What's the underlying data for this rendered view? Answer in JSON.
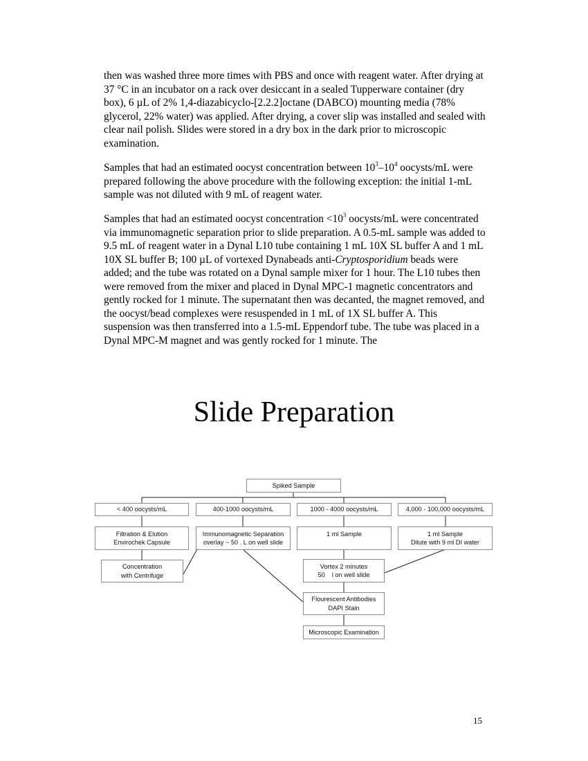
{
  "paragraph1": "then was washed three more times with PBS and once with reagent water.  After drying at 37 °C in an incubator on a rack over desiccant in a sealed Tupperware container (dry box), 6 µL of 2% 1,4-diazabicyclo-[2.2.2]octane (DABCO) mounting media (78% glycerol, 22% water) was applied.  After drying, a cover slip was installed and sealed with clear nail polish.  Slides were stored in a dry box in the dark prior to microscopic examination.",
  "paragraph2": {
    "a": "Samples that had an estimated oocyst concentration between 10",
    "sup1": "3",
    "b": "–10",
    "sup2": "4",
    "c": " oocysts/mL were prepared following the above procedure with the following exception:  the initial 1-mL sample was not diluted with 9 mL of reagent water."
  },
  "paragraph3": {
    "a": "Samples that had an estimated oocyst concentration <10",
    "sup": "3",
    "b": " oocysts/mL were concentrated via immunomagnetic separation prior to slide preparation.  A 0.5-mL sample was added to 9.5 mL of reagent water in a Dynal L10 tube containing 1 mL 10X SL buffer A and 1 mL 10X SL buffer B; 100 µL of vortexed Dynabeads anti-",
    "italic": "Cryptosporidium",
    "c": " beads were added; and the tube was rotated on a Dynal sample mixer for 1 hour.  The L10 tubes then were removed from the mixer and placed in Dynal MPC-1 magnetic concentrators and gently rocked for 1 minute.  The supernatant then was decanted, the magnet removed, and the oocyst/bead complexes were resuspended in 1 mL of 1X SL buffer A. This suspension was then transferred into a 1.5-mL Eppendorf tube.  The tube was placed in a Dynal MPC-M magnet and was gently rocked for 1 minute.  The"
  },
  "figure": {
    "title": "Slide Preparation",
    "spiked_sample": "Spiked Sample",
    "conc_lt400": "< 400 oocysts/mL",
    "conc_400_1000": "400-1000 oocysts/mL",
    "conc_1000_4000": "1000 - 4000 oocysts/mL",
    "conc_4000_100000": "4,000 - 100,000 oocysts/mL",
    "filtration_line1": "Filtration & Elution",
    "filtration_line2": "Envirochek Capsule",
    "ims_line1": "Immunomagnetic Separation",
    "ims_line2": "overlay ~ 50 . L on well slide",
    "one_ml_sample": "1 ml Sample",
    "one_ml_dilute_line1": "1 ml Sample",
    "one_ml_dilute_line2": "Dilute with 9 ml DI water",
    "concentration_line1": "Concentration",
    "concentration_line2": "with Centrifuge",
    "vortex_line1": "Vortex 2 minutes",
    "vortex_line2": "50    l on well slide",
    "antibodies_line1": "Flourescent Antibodies",
    "antibodies_line2": "DAPI Stain",
    "microscopic": "Microscopic Examination"
  },
  "page_number": "15"
}
